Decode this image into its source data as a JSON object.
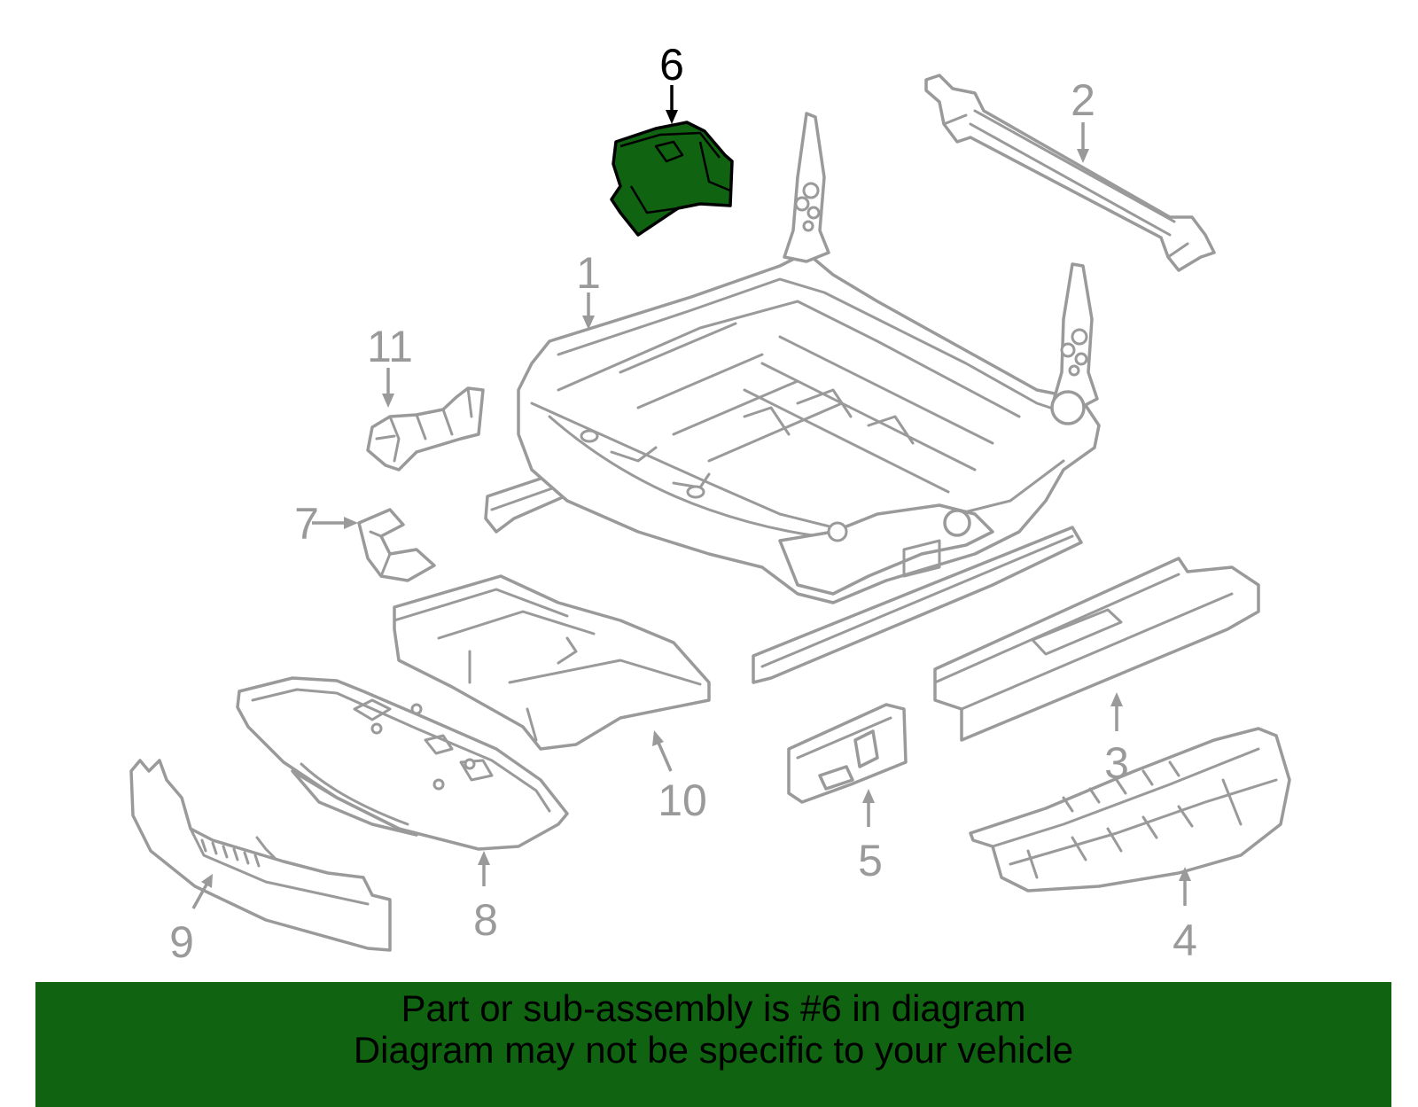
{
  "diagram": {
    "colors": {
      "part_outline": "#9a9a9a",
      "highlight_fill": "#106310",
      "highlight_outline": "#000000",
      "banner": "#106310"
    },
    "highlighted_part": "6",
    "callouts": {
      "c1": "1",
      "c2": "2",
      "c3": "3",
      "c4": "4",
      "c5": "5",
      "c6": "6",
      "c7": "7",
      "c8": "8",
      "c9": "9",
      "c10": "10",
      "c11": "11"
    }
  },
  "footer": {
    "line1": "Part or sub-assembly is #6 in diagram",
    "line2": "Diagram may not be specific to your vehicle"
  }
}
